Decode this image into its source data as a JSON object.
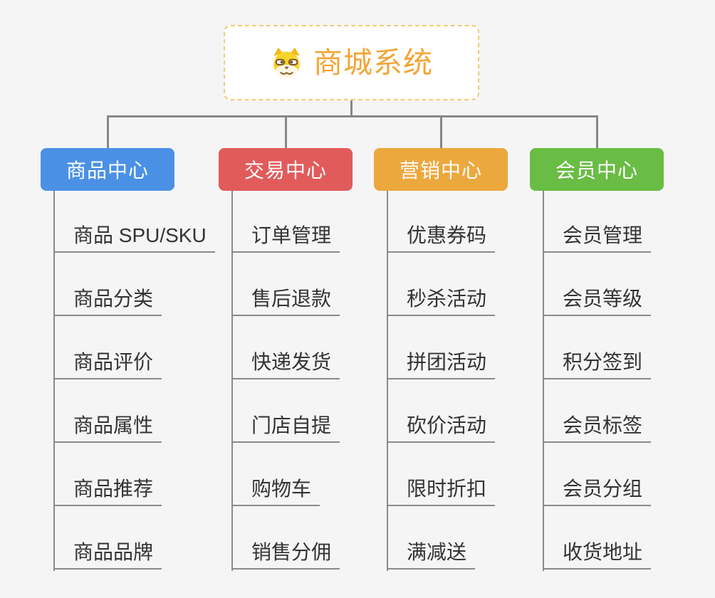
{
  "page": {
    "background": "#f5f5f5",
    "connector_color": "#878787"
  },
  "root": {
    "label": "商城系统",
    "icon": "doge-face-icon",
    "text_color": "#f2a636",
    "border_color": "#f6c879",
    "fill": "#ffffff"
  },
  "branches": [
    {
      "label": "商品中心",
      "color": "#4a91e5",
      "children": [
        "商品 SPU/SKU",
        "商品分类",
        "商品评价",
        "商品属性",
        "商品推荐",
        "商品品牌"
      ]
    },
    {
      "label": "交易中心",
      "color": "#e25b5b",
      "children": [
        "订单管理",
        "售后退款",
        "快递发货",
        "门店自提",
        "购物车",
        "销售分佣"
      ]
    },
    {
      "label": "营销中心",
      "color": "#eca83d",
      "children": [
        "优惠券码",
        "秒杀活动",
        "拼团活动",
        "砍价活动",
        "限时折扣",
        "满减送"
      ]
    },
    {
      "label": "会员中心",
      "color": "#69bc44",
      "children": [
        "会员管理",
        "会员等级",
        "积分签到",
        "会员标签",
        "会员分组",
        "收货地址"
      ]
    }
  ]
}
